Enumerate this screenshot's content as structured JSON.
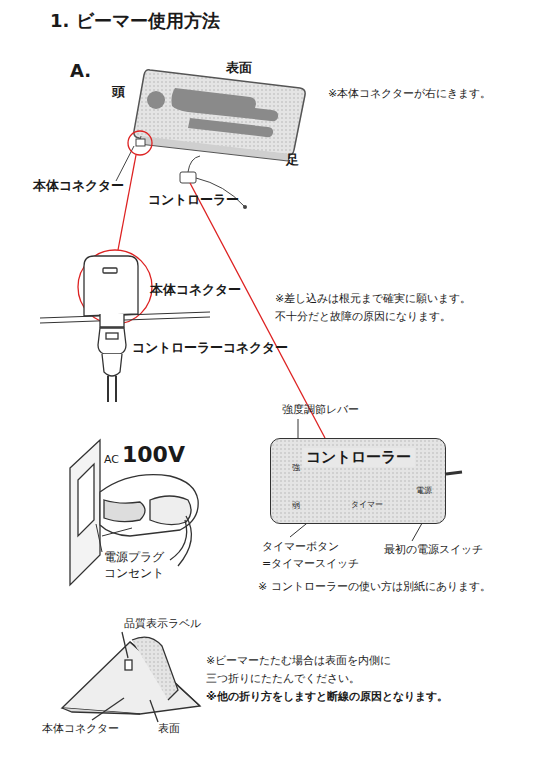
{
  "diagram": {
    "title": "1. ビーマー使用方法",
    "nodes": [
      {
        "text": [
          "コントローラー"
        ]
      }
    ],
    "labels": [
      "A.",
      "頭",
      "表面",
      "※本体コネクターが右にきます。",
      "足",
      "本体コネクター",
      "コントローラー",
      "本体コネクター",
      "※差し込みは根元まで確実に願います。 不十分だと故障の原因になります。",
      "コントローラーコネクター",
      "AC",
      "100V",
      "電源プラグ",
      "コンセント",
      "強度調節レバー",
      "強",
      "弱",
      "タイマー",
      "電源",
      "タイマーボタン",
      "=タイマースイッチ",
      "最初の電源スイッチ",
      "※ コントローラーの使い方は別紙にあります。",
      "品質表示ラベル",
      "本体コネクター",
      "表面",
      "※ビーマーたたむ場合は表面を内側に 三つ折りにたたんでください。",
      "※他の折り方をしますと断線の原因となります。"
    ]
  }
}
